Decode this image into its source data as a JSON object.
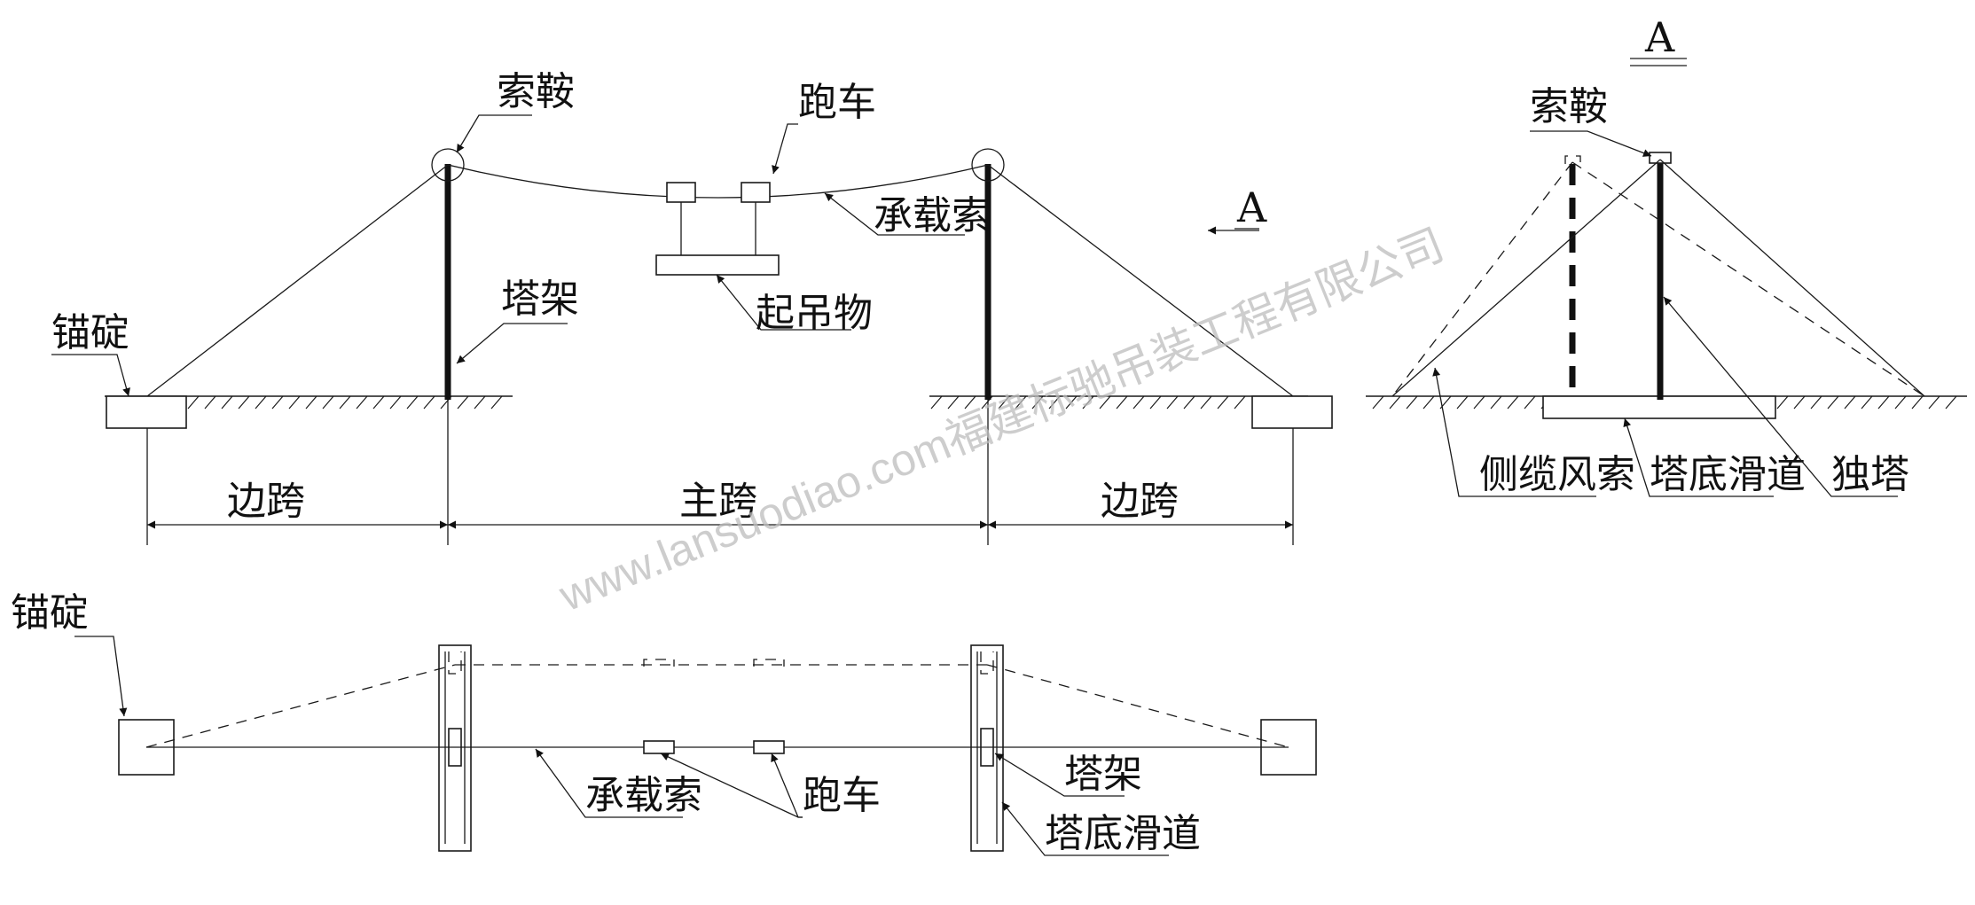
{
  "labels": {
    "saddle": "索鞍",
    "trolley": "跑车",
    "carrying_cable": "承载索",
    "section_marker": "A",
    "tower": "塔架",
    "load": "起吊物",
    "anchor": "锚碇",
    "side_span": "边跨",
    "main_span": "主跨",
    "section_title": "A",
    "single_tower": "独塔",
    "side_guy_cable": "侧缆风索",
    "tower_base_slide": "塔底滑道"
  },
  "watermark": "www.lansuodiao.com福建标驰吊装工程有限公司"
}
